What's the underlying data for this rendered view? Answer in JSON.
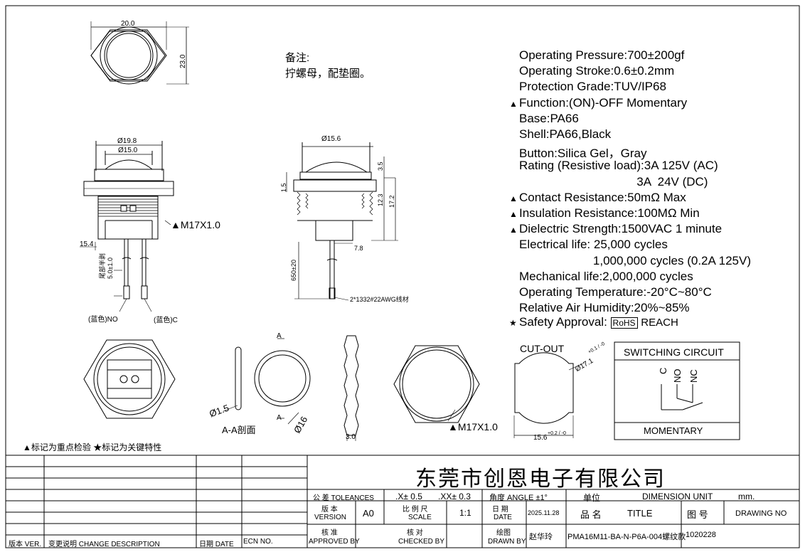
{
  "notes": {
    "title": "备注:",
    "text": "拧螺母，配垫圈。"
  },
  "specs": [
    {
      "mark": "",
      "text": "Operating Pressure:700±200gf"
    },
    {
      "mark": "",
      "text": "Operating Stroke:0.6±0.2mm"
    },
    {
      "mark": "",
      "text": "Protection Grade:TUV/IP68"
    },
    {
      "mark": "▲",
      "text": "Function:(ON)-OFF Momentary"
    },
    {
      "mark": "",
      "text": "Base:PA66"
    },
    {
      "mark": "",
      "text": "Shell:PA66,Black"
    },
    {
      "mark": "",
      "text": "Button:Silica Gel，Gray"
    },
    {
      "mark": "",
      "text": "Rating (Resistive load):3A 125V (AC)"
    },
    {
      "mark": "",
      "text": "                                   3A  24V (DC)"
    },
    {
      "mark": "▲",
      "text": "Contact Resistance:50mΩ Max"
    },
    {
      "mark": "▲",
      "text": "Insulation Resistance:100MΩ Min"
    },
    {
      "mark": "▲",
      "text": "Dielectric Strength:1500VAC 1 minute"
    },
    {
      "mark": "",
      "text": "Electrical life: 25,000 cycles"
    },
    {
      "mark": "",
      "text": "                      1,000,000 cycles (0.2A 125V)"
    },
    {
      "mark": "",
      "text": "Mechanical life:2,000,000 cycles"
    },
    {
      "mark": "",
      "text": "Operating Temperature:-20°C~80°C"
    },
    {
      "mark": "",
      "text": "Relative Air Humidity:20%~85%"
    }
  ],
  "safety": {
    "mark": "★",
    "label": "Safety Approval:",
    "rohs": "RoHS",
    "reach": "REACH"
  },
  "dims": {
    "top_w": "20.0",
    "top_h": "23.0",
    "d198": "Ø19.8",
    "d150": "Ø15.0",
    "d156": "Ø15.6",
    "thread": "▲M17X1.0",
    "thread2": "▲M17X1.0",
    "h154": "15.4",
    "h15": "1.5",
    "h35": "3.5",
    "h123": "12.3",
    "h172": "17.2",
    "w78": "7.8",
    "wire_len": "650±20",
    "wire_note": "2*1332#22AWG线材",
    "strip": "尾部半剥",
    "strip2": "5.0±1.0",
    "no": "(蓝色)NO",
    "c": "(蓝色)C",
    "oring": "Ø1.5",
    "oring_d": "Ø16",
    "section": "A-A剖面",
    "a": "A",
    "w30": "3.0",
    "cutout": "CUT-OUT",
    "cut_d": "Ø17.1",
    "cut_tol": "+0.1 / -0",
    "cut_w": "15.6",
    "cut_wtol": "+0.2 / -0"
  },
  "circuit": {
    "title": "SWITCHING CIRCUIT",
    "c": "C",
    "no": "NO",
    "nc": "NC",
    "footer": "MOMENTARY"
  },
  "legend": "▲标记为重点检验 ★标记为关键特性",
  "title_block": {
    "company": "东莞市创恩电子有限公司",
    "tol_label": "公  差 TOLEANCES",
    "tol1": ".X± 0.5",
    "tol2": ".XX± 0.3",
    "angle": "角度 ANGLE  ±1°",
    "unit_cn": "单位",
    "unit": "DIMENSION UNIT",
    "unit_val": "mm.",
    "version_cn": "版  本",
    "version": "VERSION",
    "version_val": "A0",
    "scale_cn": "比 例 尺",
    "scale": "SCALE",
    "scale_val": "1:1",
    "date_cn": "日  期",
    "date": "DATE",
    "date_val": "2025.11.28",
    "title_cn": "品    名",
    "title": "TITLE",
    "drawing_cn": "图    号",
    "drawing": "DRAWING NO",
    "approved_cn": "核  准",
    "approved": "APPROVED BY",
    "checked_cn": "核  对",
    "checked": "CHECKED BY",
    "drawn_cn": "绘图",
    "drawn": "DRAWN BY",
    "drawn_val": "赵华玲",
    "part": "PMA16M11-BA-N-P6A-004螺纹款",
    "drawing_no": "1020228",
    "rev_ver": "版本 VER.",
    "rev_desc": "变更说明  CHANGE DESCRIPTION",
    "rev_date": "日期 DATE",
    "rev_ecn": "ECN NO."
  }
}
